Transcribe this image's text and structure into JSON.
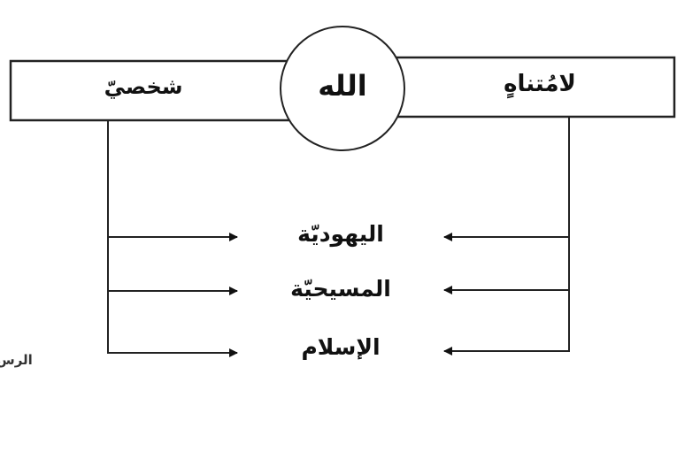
{
  "diagram": {
    "center": "الله",
    "left_box": "شخصيّ",
    "right_box": "لامُتناهٍ",
    "religions": [
      "اليهوديّة",
      "المسيحيّة",
      "الإسلام"
    ],
    "edge_fragment": "الرس"
  }
}
